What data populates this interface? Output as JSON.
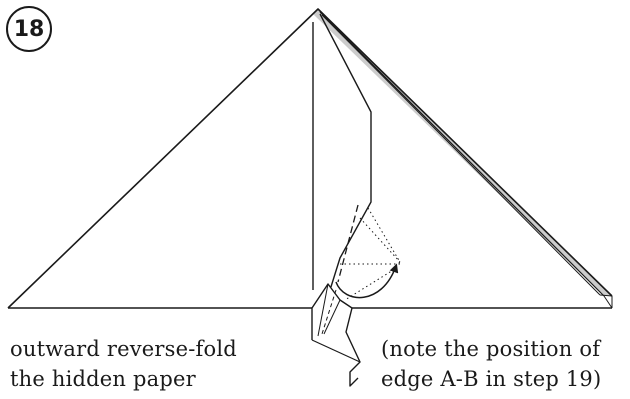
{
  "step": {
    "number": "18"
  },
  "captions": {
    "left": {
      "line1": "outward reverse-fold",
      "line2": "the hidden paper"
    },
    "right": {
      "line1": "(note the position of",
      "line2": "edge A-B in step 19)"
    }
  },
  "colors": {
    "ink": "#1a1a1a",
    "shade": "#cccccc",
    "paper": "#ffffff"
  }
}
